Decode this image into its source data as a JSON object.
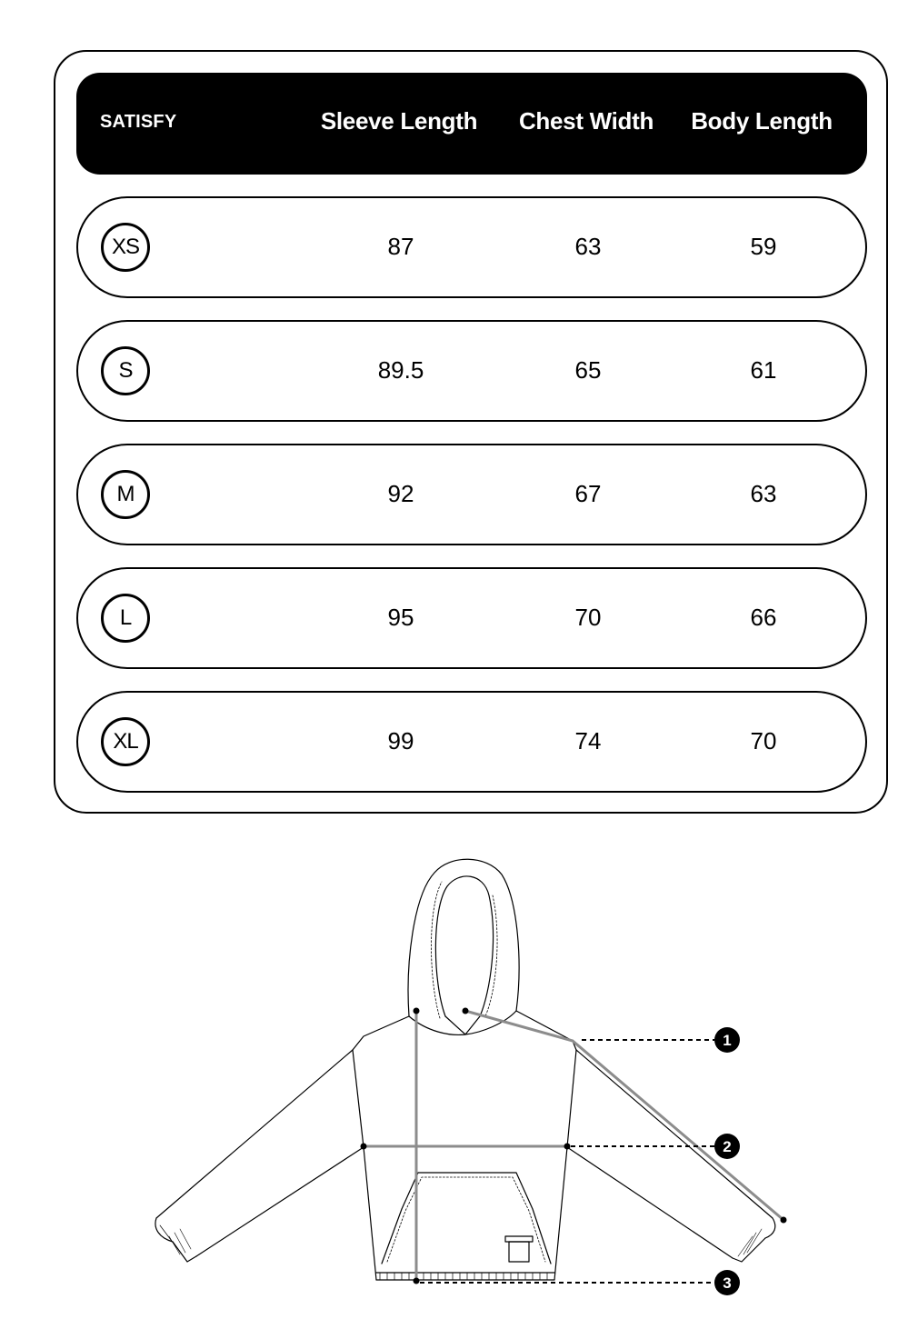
{
  "brand": "SATISFY",
  "columns": [
    "Sleeve Length",
    "Chest Width",
    "Body Length"
  ],
  "rows": [
    {
      "size": "XS",
      "values": [
        "87",
        "63",
        "59"
      ]
    },
    {
      "size": "S",
      "values": [
        "89.5",
        "65",
        "61"
      ]
    },
    {
      "size": "M",
      "values": [
        "92",
        "67",
        "63"
      ]
    },
    {
      "size": "L",
      "values": [
        "95",
        "70",
        "66"
      ]
    },
    {
      "size": "XL",
      "values": [
        "99",
        "74",
        "70"
      ]
    }
  ],
  "figure": {
    "icon": "hoodie-measurement-diagram",
    "markers": [
      "1",
      "2",
      "3"
    ],
    "colors": {
      "line": "#000000",
      "measure": "#8c8c8c"
    }
  }
}
